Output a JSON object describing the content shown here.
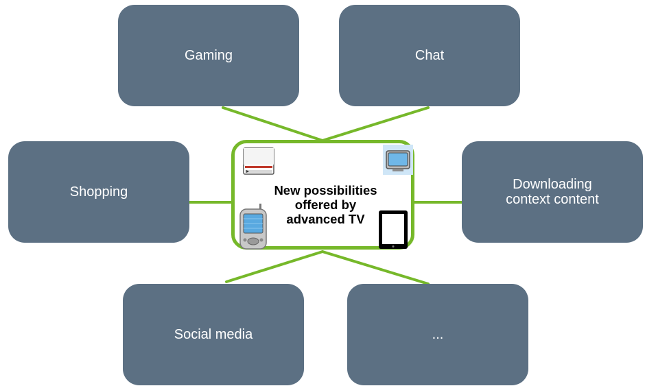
{
  "center": {
    "title": "New possibilities\noffered by\nadvanced TV"
  },
  "nodes": {
    "gaming": "Gaming",
    "chat": "Chat",
    "shopping": "Shopping",
    "downloading": "Downloading\ncontext content",
    "social_media": "Social media",
    "more": "..."
  },
  "icons": {
    "set_top_box": "set-top-box-icon",
    "television": "television-icon",
    "pda": "pda-icon",
    "tablet": "tablet-icon"
  },
  "colors": {
    "node_fill": "#5c7083",
    "accent_green": "#76b82a",
    "node_text": "#ffffff"
  }
}
